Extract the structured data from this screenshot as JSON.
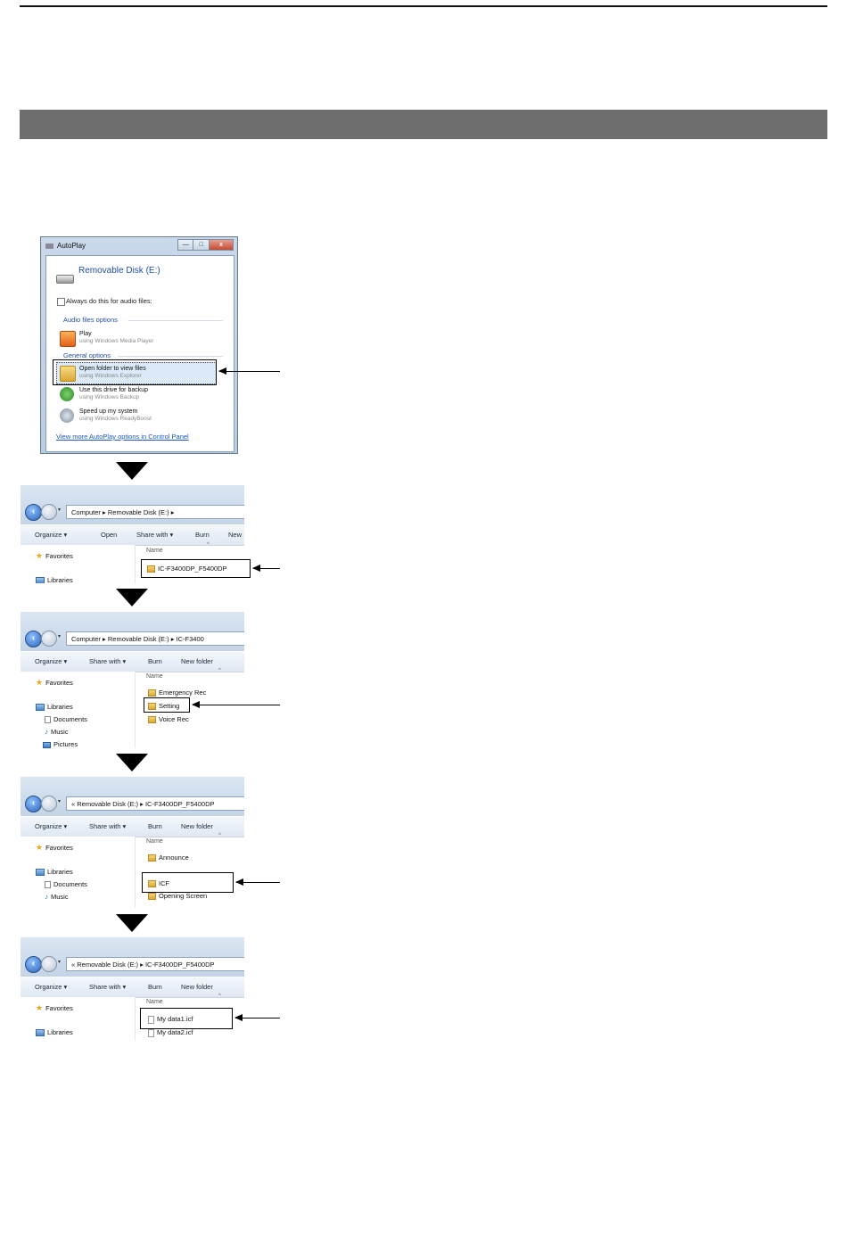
{
  "autoplay": {
    "window_title": "AutoPlay",
    "controls": [
      "—",
      "□",
      "x"
    ],
    "heading": "Removable Disk (E:)",
    "checkbox_label": "Always do this for audio files:",
    "audio_section": "Audio files options",
    "play": {
      "title": "Play",
      "subtitle": "using Windows Media Player"
    },
    "general_section": "General options",
    "open_folder": {
      "title": "Open folder to view files",
      "subtitle": "using Windows Explorer"
    },
    "backup": {
      "title": "Use this drive for backup",
      "subtitle": "using Windows Backup"
    },
    "speed": {
      "title": "Speed up my system",
      "subtitle": "using Windows ReadyBoost"
    },
    "link": "View more AutoPlay options in Control Panel"
  },
  "explorer1": {
    "address": "Computer  ▸  Removable Disk (E:)  ▸",
    "toolbar": [
      "Organize ▾",
      "Open",
      "Share with ▾",
      "Burn",
      "New"
    ],
    "nav": [
      "Favorites",
      "Libraries"
    ],
    "column": "Name",
    "files": [
      "IC-F3400DP_F5400DP"
    ]
  },
  "explorer2": {
    "address": "Computer  ▸  Removable Disk (E:)  ▸  IC-F3400",
    "toolbar": [
      "Organize ▾",
      "Share with ▾",
      "Burn",
      "New folder"
    ],
    "nav": [
      "Favorites",
      "Libraries",
      "Documents",
      "Music",
      "Pictures"
    ],
    "column": "Name",
    "files": [
      "Emergency Rec",
      "Setting",
      "Voice Rec"
    ]
  },
  "explorer3": {
    "address": "«  Removable Disk (E:)  ▸  IC-F3400DP_F5400DP",
    "toolbar": [
      "Organize ▾",
      "Share with ▾",
      "Burn",
      "New folder"
    ],
    "nav": [
      "Favorites",
      "Libraries",
      "Documents",
      "Music"
    ],
    "column": "Name",
    "files": [
      "Announce",
      "ICF",
      "Opening Screen"
    ]
  },
  "explorer4": {
    "address": "«  Removable Disk (E:)  ▸  IC-F3400DP_F5400DP",
    "toolbar": [
      "Organize ▾",
      "Share with ▾",
      "Burn",
      "New folder"
    ],
    "nav": [
      "Favorites",
      "Libraries"
    ],
    "column": "Name",
    "files": [
      "My data1.icf",
      "My data2.icf"
    ]
  }
}
